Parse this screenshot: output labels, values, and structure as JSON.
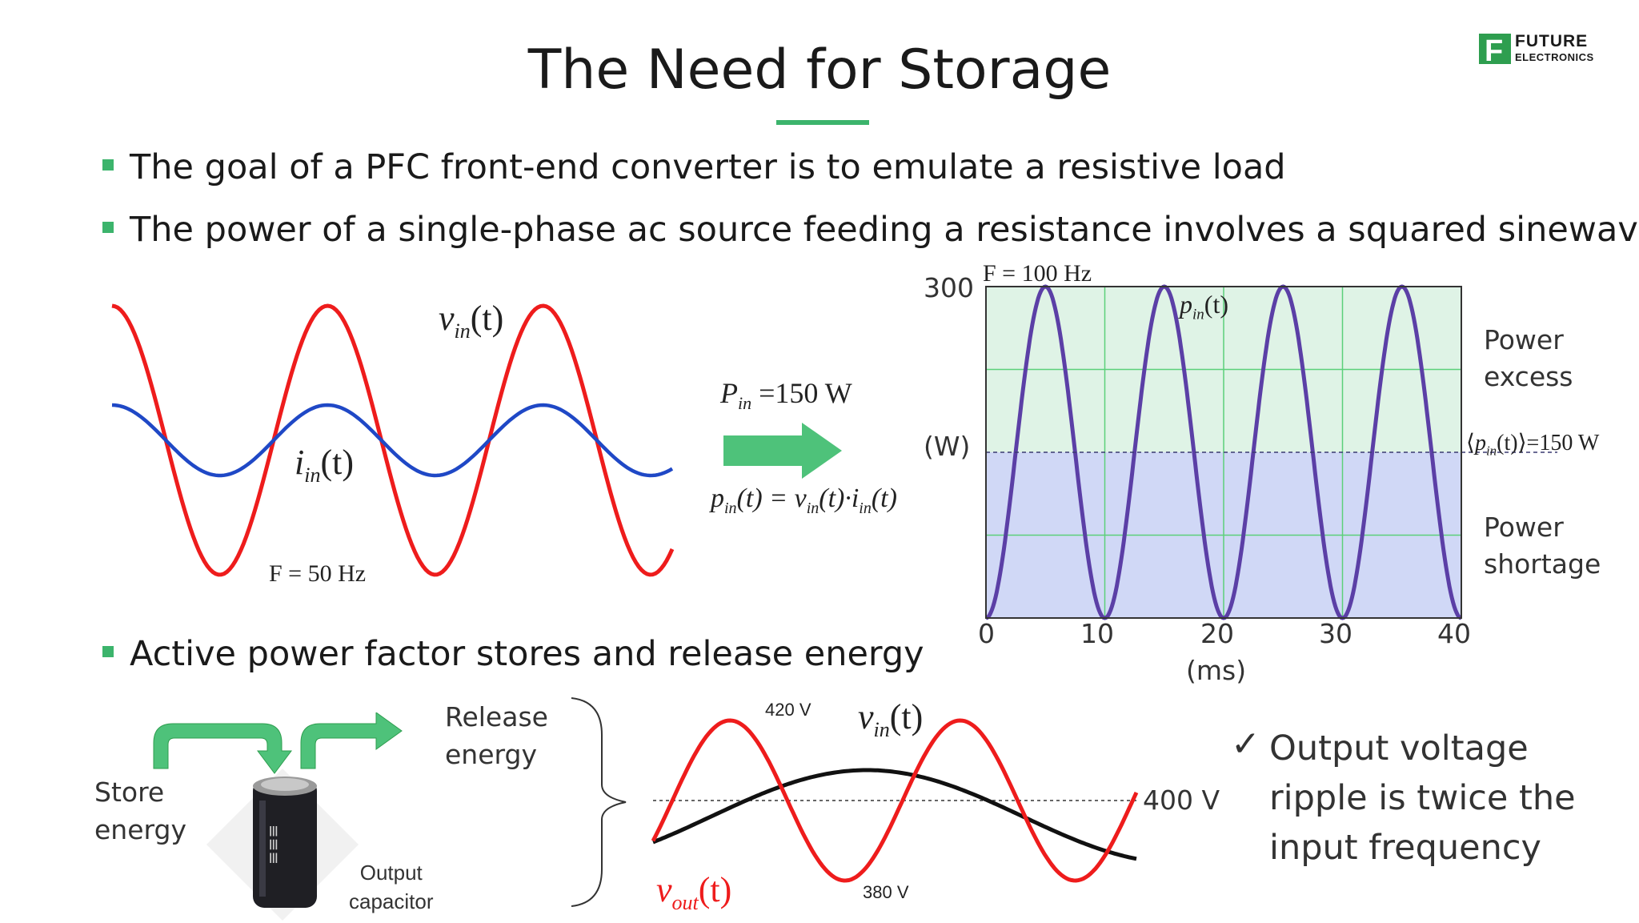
{
  "slide": {
    "title": "The Need for Storage",
    "bullets": [
      "The goal of a PFC front-end converter is to emulate a resistive load",
      "The power of a single-phase ac source feeding a resistance involves a squared sinewave",
      "Active power factor stores and release energy"
    ]
  },
  "logo": {
    "line1": "FUTURE",
    "line2": "ELECTRONICS",
    "mark": "F",
    "color": "#2e9e4f"
  },
  "left_waveform": {
    "vin_label": "v",
    "vin_sub": "in",
    "vin_arg": "(t)",
    "iin_label": "i",
    "iin_sub": "in",
    "iin_arg": "(t)",
    "freq_label": "F = 50 Hz",
    "vin_color": "#ee1c1c",
    "iin_color": "#1f48c6"
  },
  "arrow": {
    "pin_sym": "P",
    "pin_sub": "in",
    "pin_value": "=150 W",
    "formula_p": "p",
    "formula_sub": "in",
    "formula_rest": "(t) = v",
    "formula_sub2": "in",
    "formula_rest2": "(t)·i",
    "formula_sub3": "in",
    "formula_rest3": "(t)",
    "color": "#4ec27a"
  },
  "chart_data": {
    "type": "line",
    "title": "F = 100 Hz",
    "xlabel": "(ms)",
    "ylabel": "(W)",
    "xlim": [
      0,
      40
    ],
    "ylim": [
      0,
      300
    ],
    "x_ticks": [
      "0",
      "10",
      "20",
      "30",
      "40"
    ],
    "y_ticks": [
      "300"
    ],
    "series": [
      {
        "name": "p_in(t)",
        "color": "#5b3fa6",
        "x": [
          0,
          2.5,
          5,
          7.5,
          10,
          12.5,
          15,
          17.5,
          20,
          22.5,
          25,
          27.5,
          30,
          32.5,
          35,
          37.5,
          40
        ],
        "y": [
          0,
          150,
          300,
          150,
          0,
          150,
          300,
          150,
          0,
          150,
          300,
          150,
          0,
          150,
          300,
          150,
          0
        ]
      }
    ],
    "average": {
      "value": 150,
      "label_value": "=150 W"
    },
    "curve_label": "p",
    "curve_sub": "in",
    "curve_arg": "(t)",
    "avg_label": "p",
    "avg_sub": "in",
    "avg_arg": "(t)",
    "excess_text": [
      "Power",
      "excess"
    ],
    "shortage_text": [
      "Power",
      "shortage"
    ],
    "grid": true,
    "excess_color": "#dff3e6",
    "shortage_color": "#d0d8f6"
  },
  "storage": {
    "store_text": [
      "Store",
      "energy"
    ],
    "release_text": [
      "Release",
      "energy"
    ],
    "capacitor_text": [
      "Output",
      "capacitor"
    ]
  },
  "ripple": {
    "v420": "420 V",
    "v400": "400 V",
    "v380": "380 V",
    "vin_label": "v",
    "vin_sub": "in",
    "vin_arg": "(t)",
    "vout_label": "v",
    "vout_sub": "out",
    "vout_arg": "(t)",
    "note_lines": [
      "Output voltage",
      "ripple is twice the",
      "input frequency"
    ],
    "check": "✓"
  }
}
